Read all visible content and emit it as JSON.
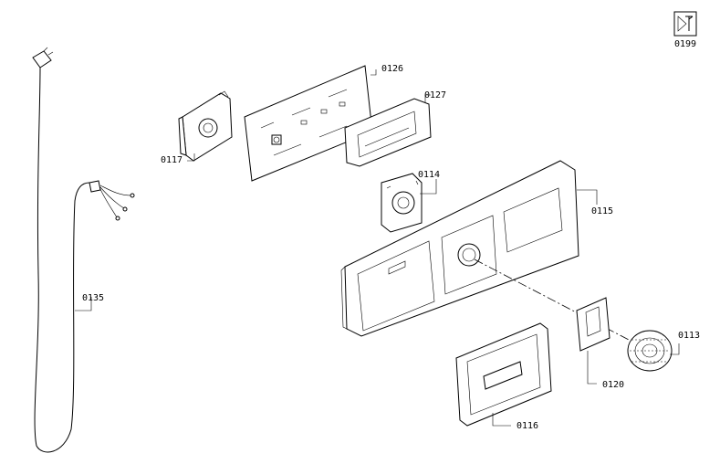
{
  "service_icon": {
    "icon": "service-wrench-icon",
    "code": "0199"
  },
  "parts": [
    {
      "id": "cord",
      "label": "0135"
    },
    {
      "id": "bracket",
      "label": "0117"
    },
    {
      "id": "board",
      "label": "0126"
    },
    {
      "id": "display",
      "label": "0127"
    },
    {
      "id": "selector",
      "label": "0114"
    },
    {
      "id": "panel",
      "label": "0115"
    },
    {
      "id": "knob",
      "label": "0113"
    },
    {
      "id": "ring",
      "label": "0120"
    },
    {
      "id": "drawer",
      "label": "0116"
    }
  ],
  "colors": {
    "line": "#000000",
    "background": "#ffffff"
  }
}
